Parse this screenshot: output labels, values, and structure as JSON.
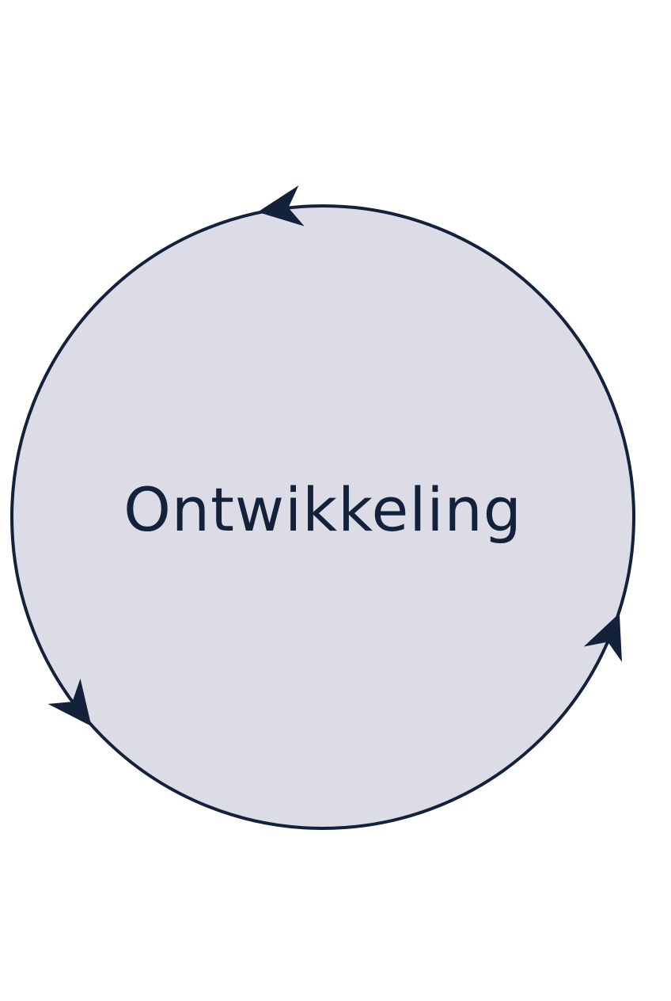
{
  "diagram": {
    "center_label": "Ontwikkeling",
    "arrow_count": 3,
    "direction": "counter-clockwise",
    "colors": {
      "circle_fill": "#dcdce6",
      "stroke": "#13213a",
      "text": "#13213a",
      "background": "#ffffff"
    }
  }
}
